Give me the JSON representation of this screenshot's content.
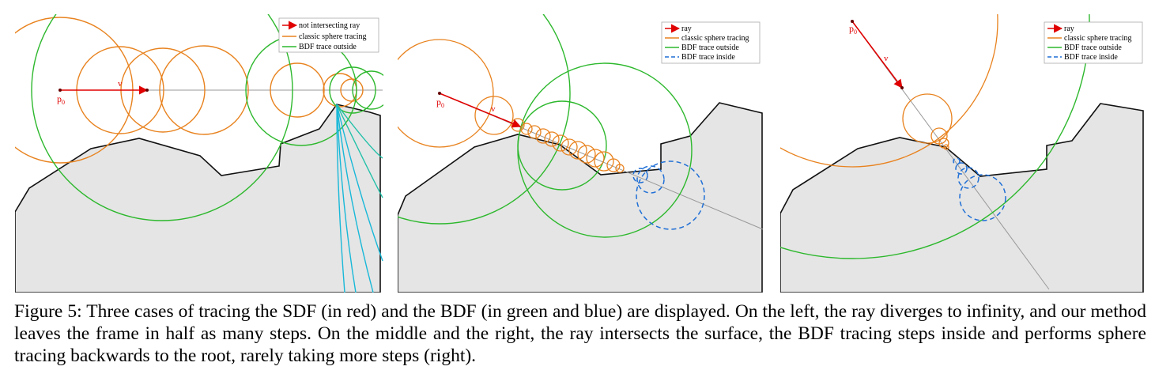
{
  "caption": "Figure 5: Three cases of tracing the SDF (in red) and the BDF (in green and blue) are displayed. On the left, the ray diverges to infinity, and our method leaves the frame in half as many steps. On the middle and the right, the ray intersects the surface, the BDF tracing steps inside and performs sphere tracing backwards to the root, rarely taking more steps (right).",
  "colors": {
    "ray": "#e00000",
    "sphere_tracing": "#e8821e",
    "bdf_outside": "#2db82d",
    "bdf_inside": "#1f6fd6",
    "surface_fill": "#e5e5e5",
    "surface_edge": "#111111",
    "cyan": "#18b8d8"
  },
  "panels": [
    {
      "id": "left",
      "legend": [
        {
          "label": "not intersecting ray",
          "style": "ray"
        },
        {
          "label": "classic sphere tracing",
          "style": "orange"
        },
        {
          "label": "BDF trace outside",
          "style": "green"
        }
      ],
      "point_label": "p",
      "point_sub": "0",
      "dir_label": "v"
    },
    {
      "id": "middle",
      "legend": [
        {
          "label": "ray",
          "style": "ray"
        },
        {
          "label": "classic sphere tracing",
          "style": "orange"
        },
        {
          "label": "BDF trace outside",
          "style": "green"
        },
        {
          "label": "BDF trace inside",
          "style": "blue-dash"
        }
      ],
      "point_label": "p",
      "point_sub": "0",
      "dir_label": "v"
    },
    {
      "id": "right",
      "legend": [
        {
          "label": "ray",
          "style": "ray"
        },
        {
          "label": "classic sphere tracing",
          "style": "orange"
        },
        {
          "label": "BDF trace outside",
          "style": "green"
        },
        {
          "label": "BDF trace inside",
          "style": "blue-dash"
        }
      ],
      "point_label": "p",
      "point_sub": "0",
      "dir_label": "v"
    }
  ]
}
